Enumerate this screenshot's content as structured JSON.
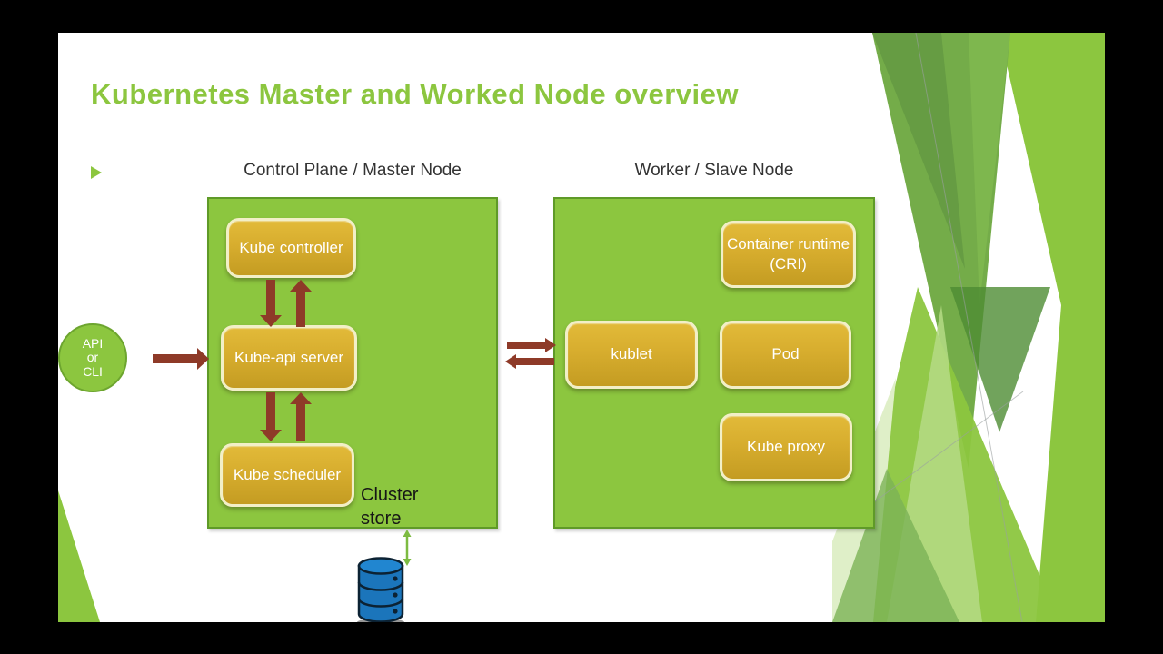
{
  "slide_title": "Kubernetes Master and Worked Node overview",
  "sections": {
    "master_heading": "Control Plane / Master Node",
    "worker_heading": "Worker / Slave Node"
  },
  "api_circle": {
    "text": "API\nor\nCLI"
  },
  "master_components": {
    "controller": "Kube controller",
    "api_server": "Kube-api server",
    "scheduler": "Kube scheduler"
  },
  "worker_components": {
    "container_runtime": "Container runtime (CRI)",
    "kublet": "kublet",
    "pod": "Pod",
    "kube_proxy": "Kube proxy"
  },
  "cluster_store": {
    "label": "Cluster store"
  },
  "icons": {
    "database": "database-icon",
    "bullet": "bullet-triangle-icon"
  },
  "colors": {
    "accent_green": "#8CC63F",
    "node_box_border": "#5F9A28",
    "gold_fill_top": "#E2BA39",
    "gold_fill_bottom": "#C49C22",
    "gold_border": "#F2EFC7",
    "arrow_dark_red": "#8E3A28",
    "database_blue": "#1B75BB",
    "heading_text": "#333333",
    "title_green": "#8CC63F"
  }
}
